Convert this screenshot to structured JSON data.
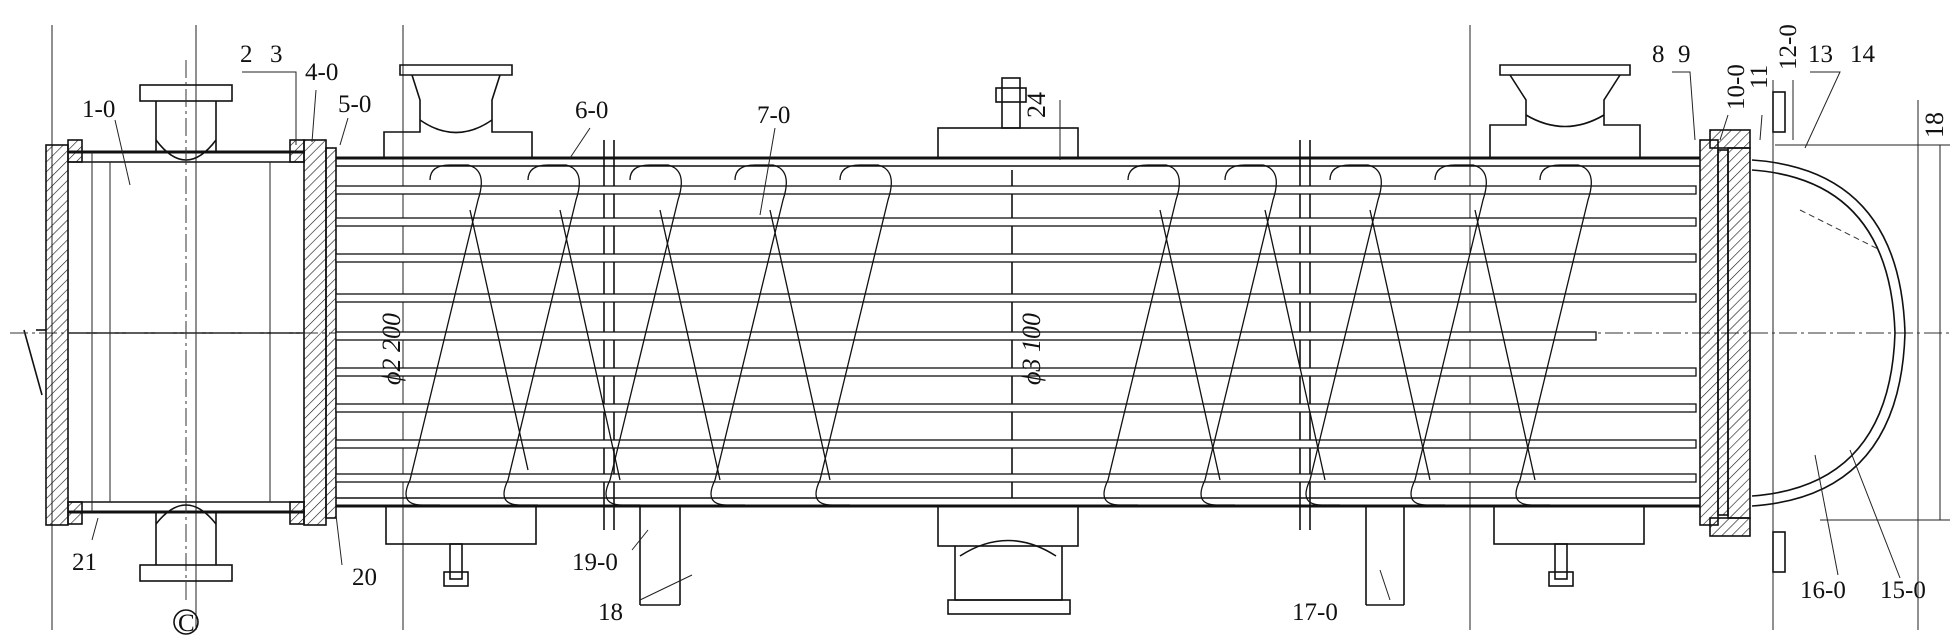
{
  "part_labels": {
    "p1": "1-0",
    "p2": "2",
    "p3": "3",
    "p4": "4-0",
    "p5": "5-0",
    "p6": "6-0",
    "p7": "7-0",
    "p8": "8",
    "p9": "9",
    "p10": "10-0",
    "p11": "11",
    "p12": "12-0",
    "p13": "13",
    "p14": "14",
    "p15": "15-0",
    "p16": "16-0",
    "p17": "17-0",
    "p18": "18",
    "p19": "19-0",
    "p20": "20",
    "p21": "21"
  },
  "dimensions": {
    "shell_dia_left": "ϕ2 200",
    "shell_dia_mid": "ϕ3 100",
    "nozzle_24": "24",
    "right_18": "18",
    "bottom_c": "C"
  }
}
